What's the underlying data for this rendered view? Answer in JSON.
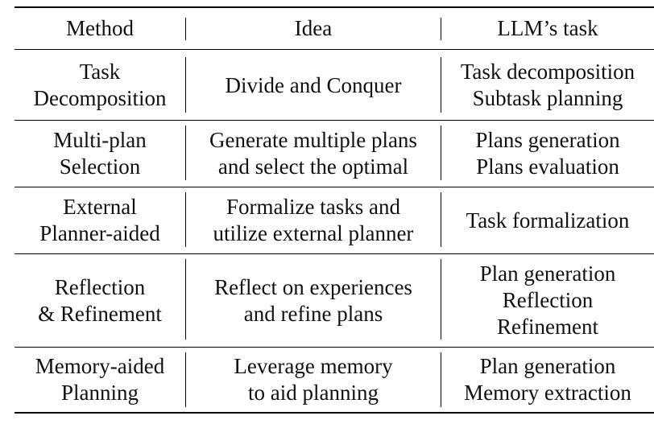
{
  "table": {
    "headers": [
      "Method",
      "Idea",
      "LLM’s task"
    ],
    "rows": [
      {
        "method": [
          "Task",
          "Decomposition"
        ],
        "idea": [
          "Divide and Conquer"
        ],
        "task": [
          "Task decomposition",
          "Subtask planning"
        ]
      },
      {
        "method": [
          "Multi-plan",
          "Selection"
        ],
        "idea": [
          "Generate multiple plans",
          "and select the optimal"
        ],
        "task": [
          "Plans generation",
          "Plans evaluation"
        ]
      },
      {
        "method": [
          "External",
          "Planner-aided"
        ],
        "idea": [
          "Formalize tasks and",
          "utilize external planner"
        ],
        "task": [
          "Task formalization"
        ]
      },
      {
        "method": [
          "Reflection",
          "& Refinement"
        ],
        "idea": [
          "Reflect on experiences",
          "and refine plans"
        ],
        "task": [
          "Plan generation",
          "Reflection",
          "Refinement"
        ]
      },
      {
        "method": [
          "Memory-aided",
          "Planning"
        ],
        "idea": [
          "Leverage memory",
          "to aid planning"
        ],
        "task": [
          "Plan generation",
          "Memory extraction"
        ]
      }
    ]
  }
}
